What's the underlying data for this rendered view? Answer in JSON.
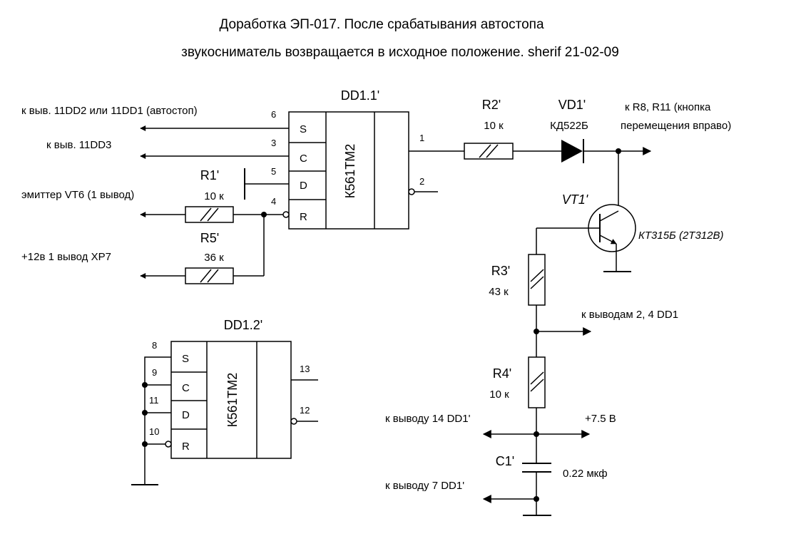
{
  "title": {
    "line1": "Доработка ЭП-017. После срабатывания автостопа",
    "line2": "звукосниматель возвращается в исходное положение.  sherif 21-02-09"
  },
  "dd1_1": {
    "ref": "DD1.1'",
    "chip": "К561ТМ2",
    "pins": {
      "s": "S",
      "c": "C",
      "d": "D",
      "r": "R"
    },
    "pin_numbers": {
      "p6": "6",
      "p3": "3",
      "p5": "5",
      "p4": "4",
      "p1": "1",
      "p2": "2"
    }
  },
  "dd1_2": {
    "ref": "DD1.2'",
    "chip": "К561ТМ2",
    "pins": {
      "s": "S",
      "c": "C",
      "d": "D",
      "r": "R"
    },
    "pin_numbers": {
      "p8": "8",
      "p9": "9",
      "p11": "11",
      "p10": "10",
      "p13": "13",
      "p12": "12"
    }
  },
  "connections": {
    "autostop": "к выв. 11DD2 или 11DD1 (автостоп)",
    "dd3": "к выв. 11DD3",
    "emitter": "эмиттер VT6 (1 вывод)",
    "xp7": "+12в 1 вывод XP7",
    "r8_line1": "к R8, R11 (кнопка",
    "r8_line2": "перемещения вправо)",
    "pins24": "к выводам 2, 4 DD1",
    "pin14": "к выводу 14 DD1'",
    "pin7": "к выводу 7 DD1'",
    "supply": "+7.5 В"
  },
  "components": {
    "r1": {
      "ref": "R1'",
      "value": "10 к"
    },
    "r5": {
      "ref": "R5'",
      "value": "36 к"
    },
    "r2": {
      "ref": "R2'",
      "value": "10 к"
    },
    "vd1": {
      "ref": "VD1'",
      "value": "КД522Б"
    },
    "vt1": {
      "ref": "VT1'",
      "value": "КТ315Б (2Т312В)"
    },
    "r3": {
      "ref": "R3'",
      "value": "43 к"
    },
    "r4": {
      "ref": "R4'",
      "value": "10 к"
    },
    "c1": {
      "ref": "C1'",
      "value": "0.22 мкф"
    }
  }
}
